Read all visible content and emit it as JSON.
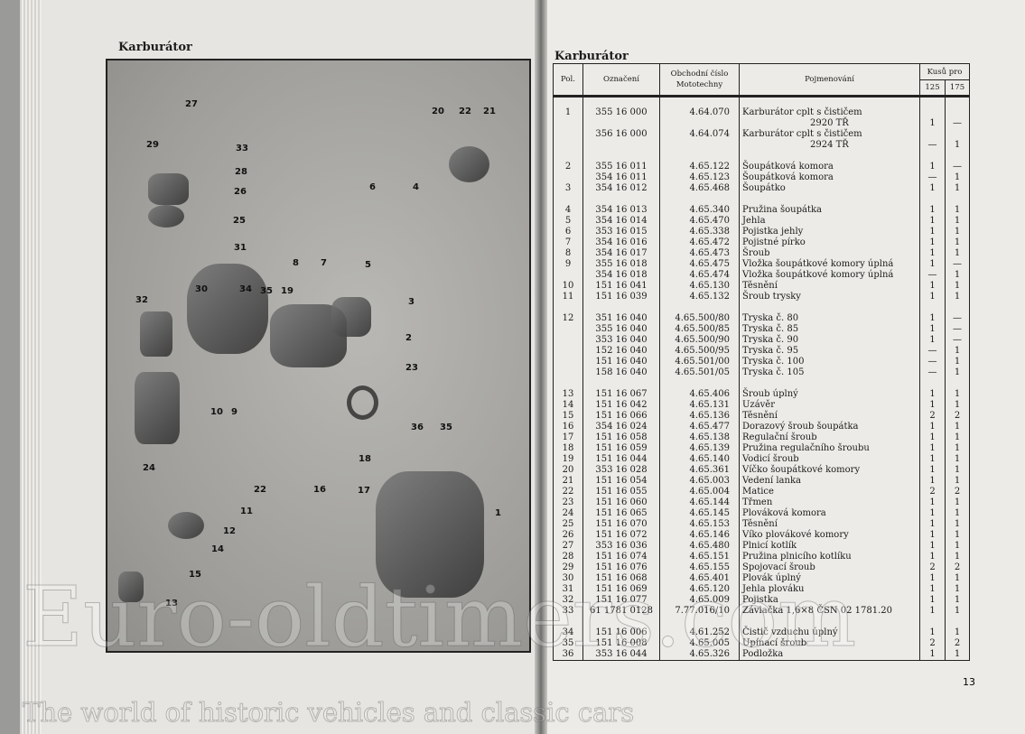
{
  "left_page": {
    "title": "Karburátor",
    "diagram": {
      "callouts": [
        "27",
        "33",
        "28",
        "29",
        "26",
        "25",
        "31",
        "32",
        "30",
        "34",
        "35",
        "19",
        "8",
        "7",
        "6",
        "4",
        "5",
        "20",
        "22",
        "21",
        "3",
        "2",
        "23",
        "36",
        "35",
        "10",
        "9",
        "24",
        "18",
        "22",
        "16",
        "17",
        "11",
        "12",
        "14",
        "15",
        "13",
        "1"
      ]
    }
  },
  "right_page": {
    "title": "Karburátor",
    "page_number": "13",
    "headers": {
      "pol": "Pol.",
      "oznaceni": "Označení",
      "cislo": "Obchodní číslo Mototechny",
      "nazev": "Pojmenování",
      "kusu": "Kusů pro",
      "q125": "125",
      "q175": "175"
    },
    "rows": [
      {
        "gap": true
      },
      {
        "pol": "1",
        "oznaceni": "355 16 000",
        "cislo": "4.64.070",
        "nazev": "Karburátor cplt s čističem"
      },
      {
        "nazev2": "2920 TŘ",
        "q125": "1",
        "q175": "—"
      },
      {
        "oznaceni": "356 16 000",
        "cislo": "4.64.074",
        "nazev": "Karburátor cplt s čističem"
      },
      {
        "nazev2": "2924 TŘ",
        "q125": "—",
        "q175": "1"
      },
      {
        "gap": true
      },
      {
        "pol": "2",
        "oznaceni": "355 16 011",
        "cislo": "4.65.122",
        "nazev": "Šoupátková komora",
        "q125": "1",
        "q175": "—"
      },
      {
        "oznaceni": "354 16 011",
        "cislo": "4.65.123",
        "nazev": "Šoupátková komora",
        "q125": "—",
        "q175": "1"
      },
      {
        "pol": "3",
        "oznaceni": "354 16 012",
        "cislo": "4.65.468",
        "nazev": "Šoupátko",
        "q125": "1",
        "q175": "1"
      },
      {
        "gap": true
      },
      {
        "pol": "4",
        "oznaceni": "354 16 013",
        "cislo": "4.65.340",
        "nazev": "Pružina šoupátka",
        "q125": "1",
        "q175": "1"
      },
      {
        "pol": "5",
        "oznaceni": "354 16 014",
        "cislo": "4.65.470",
        "nazev": "Jehla",
        "q125": "1",
        "q175": "1"
      },
      {
        "pol": "6",
        "oznaceni": "353 16 015",
        "cislo": "4.65.338",
        "nazev": "Pojistka jehly",
        "q125": "1",
        "q175": "1"
      },
      {
        "pol": "7",
        "oznaceni": "354 16 016",
        "cislo": "4.65.472",
        "nazev": "Pojistné pírko",
        "q125": "1",
        "q175": "1"
      },
      {
        "pol": "8",
        "oznaceni": "354 16 017",
        "cislo": "4.65.473",
        "nazev": "Šroub",
        "q125": "1",
        "q175": "1"
      },
      {
        "pol": "9",
        "oznaceni": "355 16 018",
        "cislo": "4.65.475",
        "nazev": "Vložka šoupátkové komory úplná",
        "q125": "1",
        "q175": "—"
      },
      {
        "oznaceni": "354 16 018",
        "cislo": "4.65.474",
        "nazev": "Vložka šoupátkové komory úplná",
        "q125": "—",
        "q175": "1"
      },
      {
        "pol": "10",
        "oznaceni": "151 16 041",
        "cislo": "4.65.130",
        "nazev": "Těsnění",
        "q125": "1",
        "q175": "1"
      },
      {
        "pol": "11",
        "oznaceni": "151 16 039",
        "cislo": "4.65.132",
        "nazev": "Šroub trysky",
        "q125": "1",
        "q175": "1"
      },
      {
        "gap": true
      },
      {
        "pol": "12",
        "oznaceni": "351 16 040",
        "cislo": "4.65.500/80",
        "nazev": "Tryska č. 80",
        "q125": "1",
        "q175": "—"
      },
      {
        "oznaceni": "355 16 040",
        "cislo": "4.65.500/85",
        "nazev": "Tryska č. 85",
        "q125": "1",
        "q175": "—"
      },
      {
        "oznaceni": "353 16 040",
        "cislo": "4.65.500/90",
        "nazev": "Tryska č. 90",
        "q125": "1",
        "q175": "—"
      },
      {
        "oznaceni": "152 16 040",
        "cislo": "4.65.500/95",
        "nazev": "Tryska č. 95",
        "q125": "—",
        "q175": "1"
      },
      {
        "oznaceni": "151 16 040",
        "cislo": "4.65.501/00",
        "nazev": "Tryska č. 100",
        "q125": "—",
        "q175": "1"
      },
      {
        "oznaceni": "158 16 040",
        "cislo": "4.65.501/05",
        "nazev": "Tryska č. 105",
        "q125": "—",
        "q175": "1"
      },
      {
        "gap": true
      },
      {
        "pol": "13",
        "oznaceni": "151 16 067",
        "cislo": "4.65.406",
        "nazev": "Šroub úplný",
        "q125": "1",
        "q175": "1"
      },
      {
        "pol": "14",
        "oznaceni": "151 16 042",
        "cislo": "4.65.131",
        "nazev": "Uzávěr",
        "q125": "1",
        "q175": "1"
      },
      {
        "pol": "15",
        "oznaceni": "151 16 066",
        "cislo": "4.65.136",
        "nazev": "Těsnění",
        "q125": "2",
        "q175": "2"
      },
      {
        "pol": "16",
        "oznaceni": "354 16 024",
        "cislo": "4.65.477",
        "nazev": "Dorazový šroub šoupátka",
        "q125": "1",
        "q175": "1"
      },
      {
        "pol": "17",
        "oznaceni": "151 16 058",
        "cislo": "4.65.138",
        "nazev": "Regulační šroub",
        "q125": "1",
        "q175": "1"
      },
      {
        "pol": "18",
        "oznaceni": "151 16 059",
        "cislo": "4.65.139",
        "nazev": "Pružina regulačního šroubu",
        "q125": "1",
        "q175": "1"
      },
      {
        "pol": "19",
        "oznaceni": "151 16 044",
        "cislo": "4.65.140",
        "nazev": "Vodicí šroub",
        "q125": "1",
        "q175": "1"
      },
      {
        "pol": "20",
        "oznaceni": "353 16 028",
        "cislo": "4.65.361",
        "nazev": "Víčko šoupátkové komory",
        "q125": "1",
        "q175": "1"
      },
      {
        "pol": "21",
        "oznaceni": "151 16 054",
        "cislo": "4.65.003",
        "nazev": "Vedení lanka",
        "q125": "1",
        "q175": "1"
      },
      {
        "pol": "22",
        "oznaceni": "151 16 055",
        "cislo": "4.65.004",
        "nazev": "Matice",
        "q125": "2",
        "q175": "2"
      },
      {
        "pol": "23",
        "oznaceni": "151 16 060",
        "cislo": "4.65.144",
        "nazev": "Třmen",
        "q125": "1",
        "q175": "1"
      },
      {
        "pol": "24",
        "oznaceni": "151 16 065",
        "cislo": "4.65.145",
        "nazev": "Plováková komora",
        "q125": "1",
        "q175": "1"
      },
      {
        "pol": "25",
        "oznaceni": "151 16 070",
        "cislo": "4.65.153",
        "nazev": "Těsnění",
        "q125": "1",
        "q175": "1"
      },
      {
        "pol": "26",
        "oznaceni": "151 16 072",
        "cislo": "4.65.146",
        "nazev": "Víko plovákové komory",
        "q125": "1",
        "q175": "1"
      },
      {
        "pol": "27",
        "oznaceni": "353 16 036",
        "cislo": "4.65.480",
        "nazev": "Plnicí kotlík",
        "q125": "1",
        "q175": "1"
      },
      {
        "pol": "28",
        "oznaceni": "151 16 074",
        "cislo": "4.65.151",
        "nazev": "Pružina plnicího kotlíku",
        "q125": "1",
        "q175": "1"
      },
      {
        "pol": "29",
        "oznaceni": "151 16 076",
        "cislo": "4.65.155",
        "nazev": "Spojovací šroub",
        "q125": "2",
        "q175": "2"
      },
      {
        "pol": "30",
        "oznaceni": "151 16 068",
        "cislo": "4.65.401",
        "nazev": "Plovák úplný",
        "q125": "1",
        "q175": "1"
      },
      {
        "pol": "31",
        "oznaceni": "151 16 069",
        "cislo": "4.65.120",
        "nazev": "Jehla plováku",
        "q125": "1",
        "q175": "1"
      },
      {
        "pol": "32",
        "oznaceni": "151 16 077",
        "cislo": "4.65.009",
        "nazev": "Pojistka",
        "q125": "1",
        "q175": "1"
      },
      {
        "pol": "33",
        "oznaceni": "61 1781 0128",
        "cislo": "7.77.016/10",
        "nazev": "Závlačka 1,6×8 ČSN 02 1781.20",
        "q125": "1",
        "q175": "1"
      },
      {
        "gap": true
      },
      {
        "pol": "34",
        "oznaceni": "151 16 006",
        "cislo": "4.61.252",
        "nazev": "Čistič vzduchu úplný",
        "q125": "1",
        "q175": "1"
      },
      {
        "pol": "35",
        "oznaceni": "151 16 008",
        "cislo": "4.65.005",
        "nazev": "Upínací šroub",
        "q125": "2",
        "q175": "2"
      },
      {
        "pol": "36",
        "oznaceni": "353 16 044",
        "cislo": "4.65.326",
        "nazev": "Podložka",
        "q125": "1",
        "q175": "1"
      }
    ]
  },
  "watermark": {
    "line1": "Euro-oldtimers.com",
    "line2": "The world of historic vehicles and classic cars"
  }
}
